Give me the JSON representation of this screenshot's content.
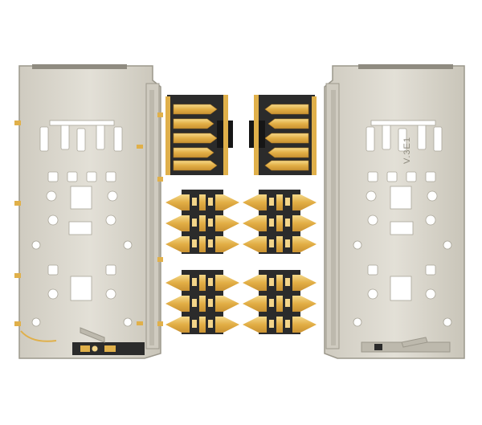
{
  "photo": {
    "background": "#ffffff",
    "colors": {
      "metal": "#d9d6cc",
      "metal_dark": "#b9b5a8",
      "metal_edge": "#9c988c",
      "gold": "#e0b04a",
      "gold_light": "#f3d58a",
      "plastic": "#2b2b2b",
      "plastic_dark": "#161616"
    },
    "objects": {
      "left_tray_frame": "metal-frame",
      "right_tray_frame": "metal-frame",
      "sim_connector_left": "sim-contact-connector",
      "sim_connector_right": "sim-contact-connector",
      "pad_connectors": [
        "pad-connector",
        "pad-connector",
        "pad-connector",
        "pad-connector"
      ]
    },
    "emboss_text": "V.3E1"
  }
}
